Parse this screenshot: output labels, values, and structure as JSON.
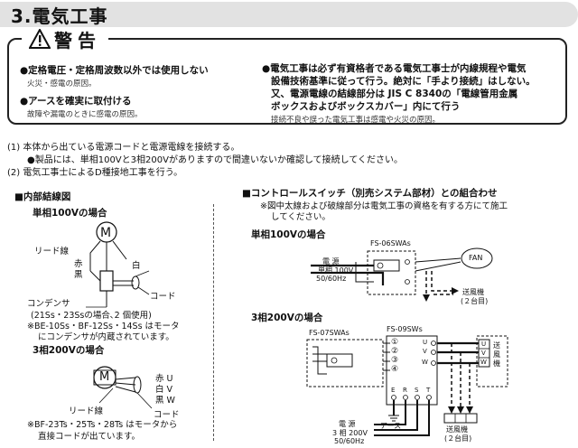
{
  "section": {
    "title": "3.電気工事"
  },
  "warning": {
    "heading": "警告",
    "items": [
      {
        "title": "●定格電圧・定格周波数以外では使用しない",
        "sub": "火災・感電の原因。"
      },
      {
        "title": "●アースを確実に取付ける",
        "sub": "故障や漏電のときに感電の原因。"
      }
    ],
    "right": {
      "lines": [
        "●電気工事は必ず有資格者である電気工事士が内線規程や電気",
        "設備技術基準に従って行う。絶対に「手より接続」はしない。",
        "又、電源電線の結線部分は JIS C 8340の「電線管用金属",
        "ボックスおよびボックスカバー」内にて行う"
      ],
      "sub": "接続不良や誤った電気工事は感電や火災の原因。"
    }
  },
  "instructions": [
    "(1) 本体から出ている電源コードと電源電線を接続する。",
    "●製品には、単相100Vと3相200Vがありますので間違いないか確認して接続してください。",
    "(2) 電気工事士によるD種接地工事を行う。"
  ],
  "left": {
    "heading": "■内部結線図",
    "single": {
      "title": "単相100Vの場合",
      "motor": "M",
      "labels": {
        "lead": "リード線",
        "red": "赤",
        "black": "黒",
        "white": "白",
        "cord": "コード"
      },
      "capacitor": "コンデンサ",
      "cap_note": "(21Ss・23Ssの場合､2 個使用)",
      "note1": "※BE-10Ss・BF-12Ss・14Ss はモータ",
      "note2": "にコンデンサが内蔵されています。"
    },
    "three": {
      "title": "3相200Vの場合",
      "motor": "M",
      "labels": {
        "u": "赤 U",
        "v": "白 V",
        "w": "黒 W",
        "lead": "リード線",
        "cord": "コード"
      },
      "note1": "※BF-23Ts・25Ts・28Ts はモータから",
      "note2": "直接コードが出ています。"
    }
  },
  "right": {
    "heading": "■コントロールスイッチ（別売システム部材）との組合わせ",
    "note1": "※図中太線および破線部分は電気工事の資格を有する方にて施工",
    "note2": "してください。",
    "single": {
      "title": "単相100Vの場合",
      "switch": "FS-06SWAs",
      "power": [
        "電 源",
        "単相 100V",
        "50/60Hz"
      ],
      "fan": "FAN",
      "blower": [
        "送風機",
        "(２台目)"
      ]
    },
    "three": {
      "title": "3相200Vの場合",
      "switch_a": "FS-07SWAs",
      "switch_b": "FS-09SWs",
      "terminals": [
        "①",
        "②",
        "③",
        "④"
      ],
      "uvw": [
        "U",
        "V",
        "W"
      ],
      "ers": [
        "E",
        "R",
        "S",
        "T"
      ],
      "earth": "アース",
      "power": [
        "電 源",
        "3 相 200V",
        "50/60Hz"
      ],
      "blower_side": "送風機",
      "uvw_box": [
        "U",
        "V",
        "W"
      ],
      "blower2": [
        "送風機",
        "(２台目)"
      ]
    }
  }
}
